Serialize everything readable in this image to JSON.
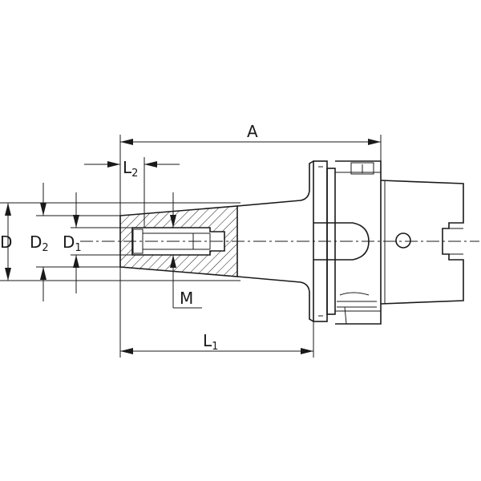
{
  "dimensions": {
    "A": "A",
    "L1": {
      "main": "L",
      "sub": "1"
    },
    "L2": {
      "main": "L",
      "sub": "2"
    },
    "D": "D",
    "D1": {
      "main": "D",
      "sub": "1"
    },
    "D2": {
      "main": "D",
      "sub": "2"
    },
    "M": "M"
  },
  "colors": {
    "line": "#1a1a1a",
    "background": "#ffffff"
  }
}
